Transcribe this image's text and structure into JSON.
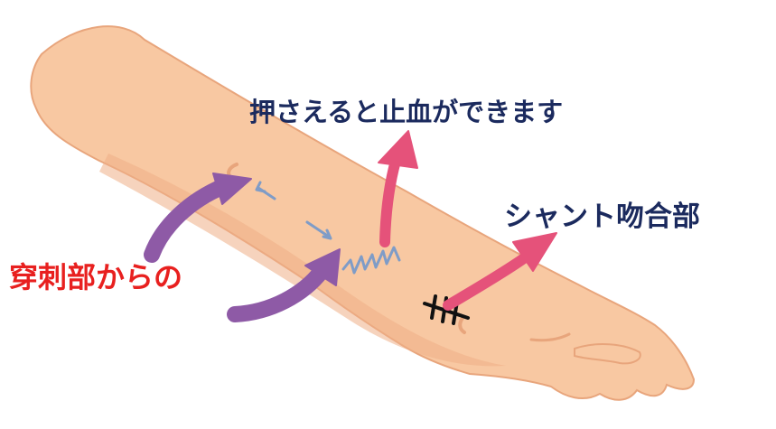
{
  "labels": {
    "hemostasis": "押さえると止血ができます",
    "shunt_anastomosis": "シャント吻合部",
    "puncture_site": "穿刺部からの"
  },
  "colors": {
    "skin": "#f8c8a2",
    "skin_shadow": "#eeae86",
    "skin_outline": "#e8a57c",
    "label_navy": "#1b2a5e",
    "label_red": "#e8201f",
    "arrow_pink": "#e5527a",
    "arrow_purple": "#8e5aa6",
    "vessel_blue": "#7f9cc7",
    "suture_black": "#111111"
  },
  "icons": {
    "hemostasis_arrow": "pink-arrow-up",
    "shunt_arrow": "pink-arrow-up-right",
    "puncture_arrows": "purple-curved-arrows",
    "suture": "suture-cross-stitch",
    "vessel_zigzag": "blue-zigzag-vessel",
    "blood_flow": "blue-double-arrows"
  }
}
